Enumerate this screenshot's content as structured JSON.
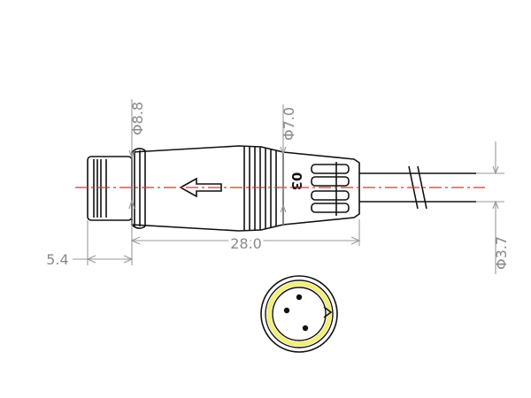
{
  "drawing": {
    "dimensions": {
      "d_socket": "Φ8.8",
      "d_body": "Φ7.0",
      "d_cable": "Φ3.7",
      "len_total": "28.0",
      "len_socket": "5.4"
    },
    "body_label": "03",
    "colors": {
      "outline": "#111111",
      "dimension": "#9a9a9a",
      "centerline": "#e03030",
      "contact_ring": "#f2ee7a"
    },
    "icons": {
      "direction_arrow": "left-arrow-icon",
      "end_view": "connector-end-view"
    }
  }
}
